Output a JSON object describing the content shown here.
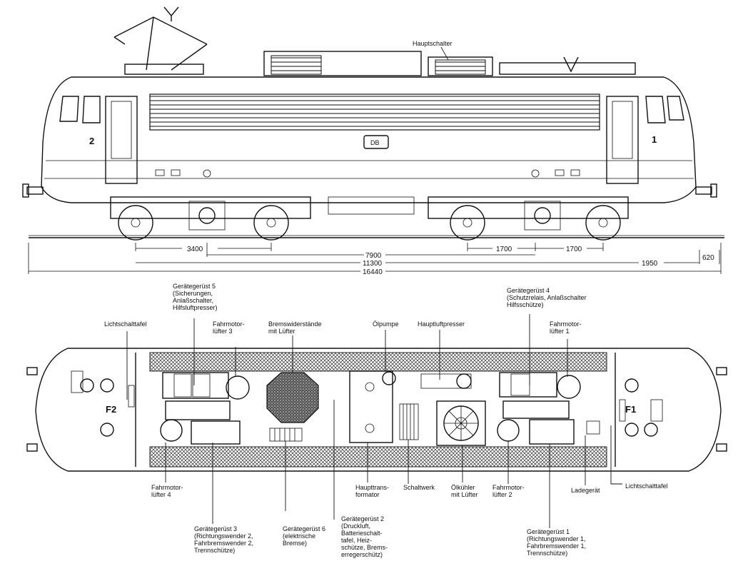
{
  "side_view": {
    "label_hauptschalter": "Hauptschalter",
    "cab_number_left": "2",
    "cab_number_right": "1",
    "logo_text": "DB",
    "dimensions": {
      "d3400": "3400",
      "d1700a": "1700",
      "d1700b": "1700",
      "d7900": "7900",
      "d11300": "11300",
      "d16440": "16440",
      "d1950": "1950",
      "d620": "620"
    }
  },
  "plan_view": {
    "cab_left": "F2",
    "cab_right": "F1",
    "labels": {
      "geraetegeruest5": [
        "Gerätegerüst 5",
        "(Sicherungen,",
        "Anlaßschalter,",
        "Hilfsluftpresser)"
      ],
      "lichtschalttafel_left": [
        "Lichtschalttafel"
      ],
      "fahrmotorluefter3": [
        "Fahrmotor-",
        "lüfter 3"
      ],
      "bremswiderstaende": [
        "Bremswiderstände",
        "mit Lüfter"
      ],
      "oelpumpe": [
        "Ölpumpe"
      ],
      "hauptluftpresser": [
        "Hauptluftpresser"
      ],
      "geraetegeruest4": [
        "Gerätegerüst 4",
        "(Schutzrelais, Anlaßschalter",
        "Hilfsschütze)"
      ],
      "fahrmotorluefter1": [
        "Fahrmotor-",
        "lüfter 1"
      ],
      "fahrmotorluefter4": [
        "Fahrmotor-",
        "lüfter 4"
      ],
      "geraetegeruest3": [
        "Gerätegerüst 3",
        "(Richtungswender 2,",
        "Fahrbremswender 2,",
        "Trennschütze)"
      ],
      "geraetegeruest6": [
        "Gerätegerüst 6",
        "(elektrische",
        "Bremse)"
      ],
      "geraetegeruest2": [
        "Gerätegerüst 2",
        "(Druckluft,",
        "Batterieschalt-",
        "tafel, Heiz-",
        "schütze, Brems-",
        "erregerschütz)"
      ],
      "haupttransformator": [
        "Haupttrans-",
        "formator"
      ],
      "schaltwerk": [
        "Schaltwerk"
      ],
      "oelkuehler": [
        "Ölkühler",
        "mit Lüfter"
      ],
      "fahrmotorluefter2": [
        "Fahrmotor-",
        "lüfter 2"
      ],
      "ladegeraet": [
        "Ladegerät"
      ],
      "lichtschalttafel_right": [
        "Lichtschalttafel"
      ],
      "geraetegeruest1": [
        "Gerätegerüst 1",
        "(Richtungswender 1,",
        "Fahrbremswender 1,",
        "Trennschütze)"
      ]
    }
  }
}
